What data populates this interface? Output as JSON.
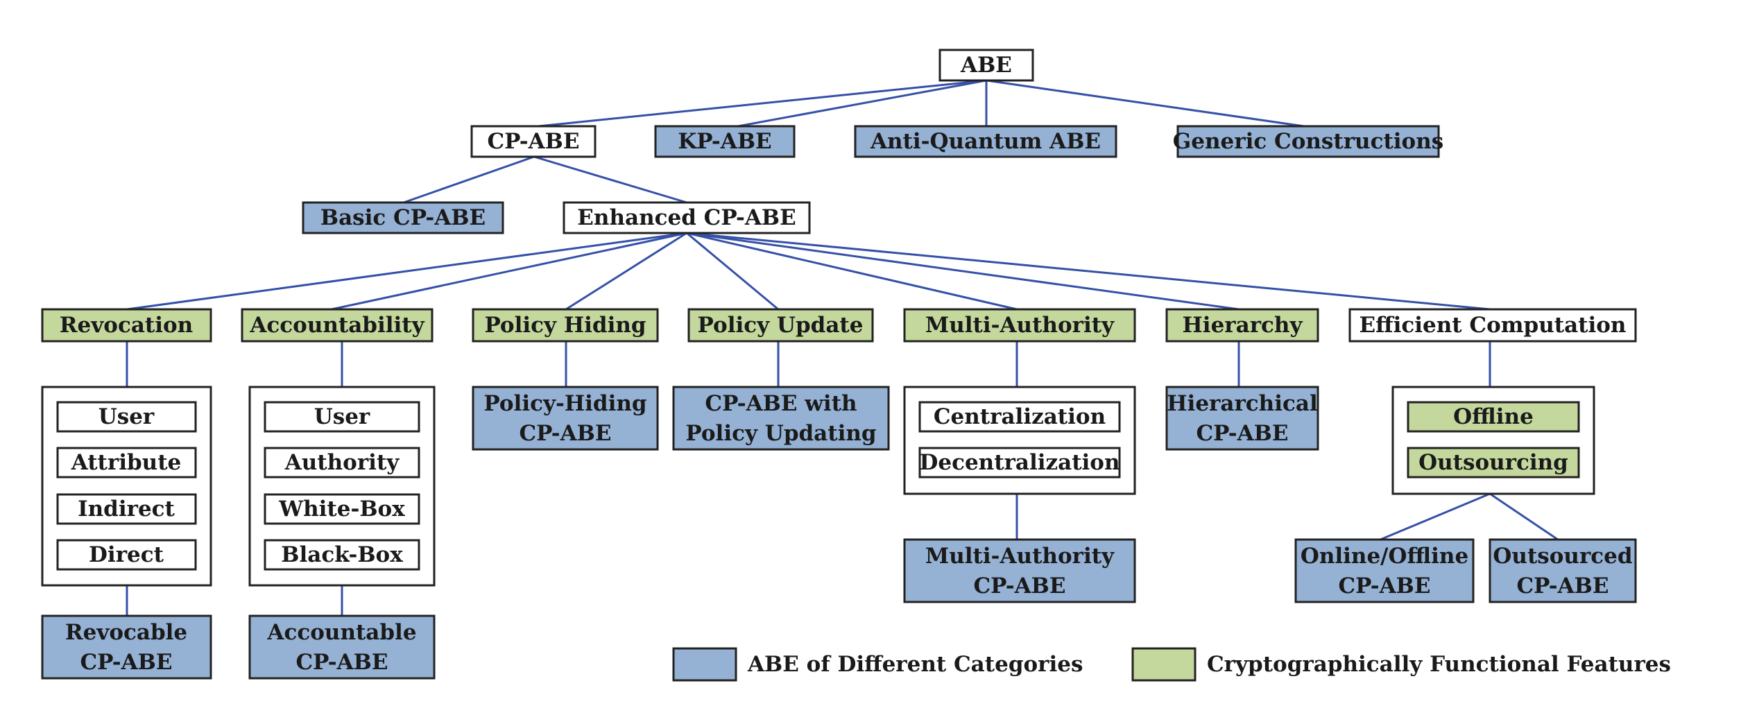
{
  "colors": {
    "category_fill": "#95b1d4",
    "feature_fill": "#c4d89d",
    "plain_fill": "#ffffff",
    "edge": "#3550a8",
    "border": "#222222"
  },
  "nodes": {
    "abe": "ABE",
    "cp_abe": "CP-ABE",
    "kp_abe": "KP-ABE",
    "anti_quantum": "Anti-Quantum ABE",
    "generic": "Generic Constructions",
    "basic_cp_abe": "Basic CP-ABE",
    "enhanced_cp_abe": "Enhanced CP-ABE",
    "revocation": "Revocation",
    "accountability": "Accountability",
    "policy_hiding": "Policy Hiding",
    "policy_update": "Policy Update",
    "multi_authority": "Multi-Authority",
    "hierarchy": "Hierarchy",
    "efficient_computation": "Efficient Computation",
    "revocation_user": "User",
    "revocation_attribute": "Attribute",
    "revocation_indirect": "Indirect",
    "revocation_direct": "Direct",
    "accountability_user": "User",
    "accountability_authority": "Authority",
    "accountability_whitebox": "White-Box",
    "accountability_blackbox": "Black-Box",
    "policy_hiding_leaf_1": "Policy-Hiding",
    "policy_hiding_leaf_2": "CP-ABE",
    "policy_update_leaf_1": "CP-ABE with",
    "policy_update_leaf_2": "Policy Updating",
    "centralization": "Centralization",
    "decentralization": "Decentralization",
    "hierarchical_leaf_1": "Hierarchical",
    "hierarchical_leaf_2": "CP-ABE",
    "offline": "Offline",
    "outsourcing": "Outsourcing",
    "revocable_leaf_1": "Revocable",
    "revocable_leaf_2": "CP-ABE",
    "accountable_leaf_1": "Accountable",
    "accountable_leaf_2": "CP-ABE",
    "multi_authority_leaf_1": "Multi-Authority",
    "multi_authority_leaf_2": "CP-ABE",
    "online_offline_leaf_1": "Online/Offline",
    "online_offline_leaf_2": "CP-ABE",
    "outsourced_leaf_1": "Outsourced",
    "outsourced_leaf_2": "CP-ABE"
  },
  "legend": {
    "category_label": "ABE of Different Categories",
    "feature_label": "Cryptographically Functional Features"
  }
}
